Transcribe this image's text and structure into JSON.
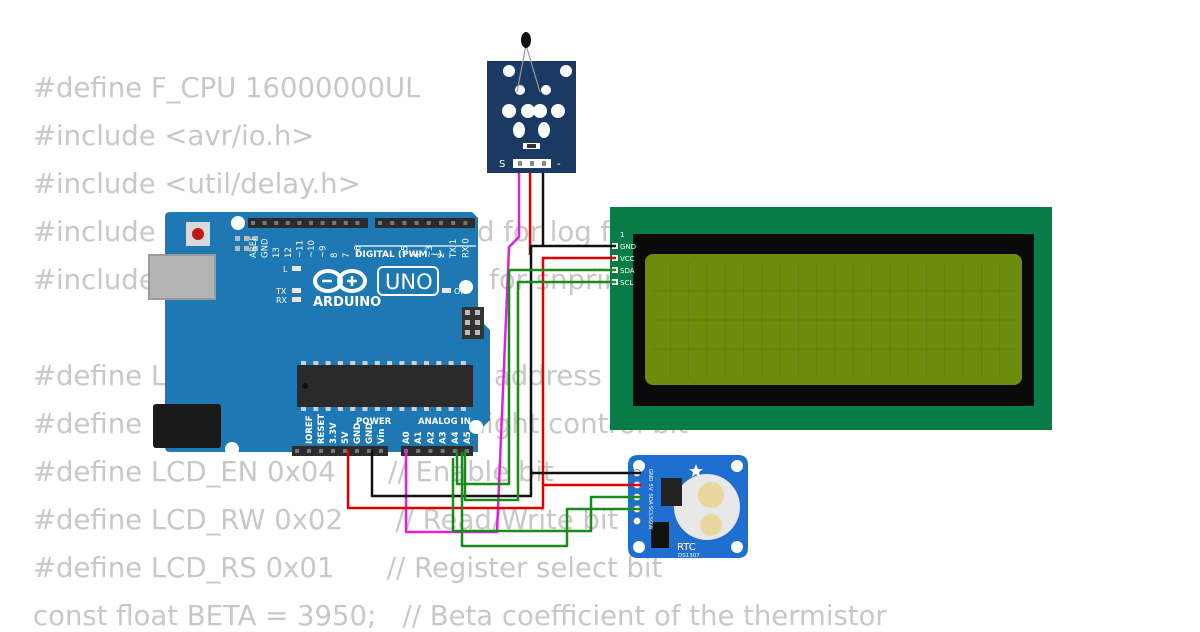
{
  "code_lines": [
    "#define F_CPU 16000000UL",
    "#include <avr/io.h>",
    "#include <util/delay.h>",
    "#include <math.h>      // Needed for log function",
    "#include <stdio.h>     // Needed for snprintf",
    "",
    "#define LCD_ADDR 0x27    // I2C address of the LCD backpack",
    "#define LCD_BL 0x08      // Backlight control bit",
    "#define LCD_EN 0x04      // Enable bit",
    "#define LCD_RW 0x02      // Read/Write bit",
    "#define LCD_RS 0x01      // Register select bit",
    "const float BETA = 3950;   // Beta coefficient of the thermistor"
  ],
  "arduino": {
    "logo": "ARDUINO",
    "model": "UNO",
    "digital_header": "DIGITAL (PWM ~)",
    "digital_pins": [
      "AREF",
      "GND",
      "13",
      "12",
      "~11",
      "~10",
      "~9",
      "8",
      "7",
      "~6",
      "~5",
      "4",
      "~3",
      "2",
      "TX 1",
      "RX 0"
    ],
    "power_header": "POWER",
    "power_pins": [
      "IOREF",
      "RESET",
      "3.3V",
      "5V",
      "GND",
      "GND",
      "Vin"
    ],
    "analog_header": "ANALOG IN",
    "analog_pins": [
      "A0",
      "A1",
      "A2",
      "A3",
      "A4",
      "A5"
    ],
    "led_labels": [
      "L",
      "TX",
      "RX"
    ],
    "on_label": "ON"
  },
  "thermistor": {
    "pins": [
      "S",
      "-"
    ]
  },
  "lcd": {
    "pins": [
      "1",
      "GND",
      "VCC",
      "SDA",
      "SCL"
    ]
  },
  "rtc": {
    "name": "RTC",
    "chip": "DS1307",
    "pins": [
      "GND",
      "5V",
      "SDA",
      "SCL",
      "SQW"
    ]
  },
  "colors": {
    "board": "#1e78b3",
    "lcd_pcb": "#087c46",
    "lcd_screen": "#6e8c0c",
    "wire_red": "#e00000",
    "wire_black": "#111111",
    "wire_green": "#1a8a1a",
    "wire_magenta": "#e020e0",
    "code_text": "#c8c8c8"
  }
}
